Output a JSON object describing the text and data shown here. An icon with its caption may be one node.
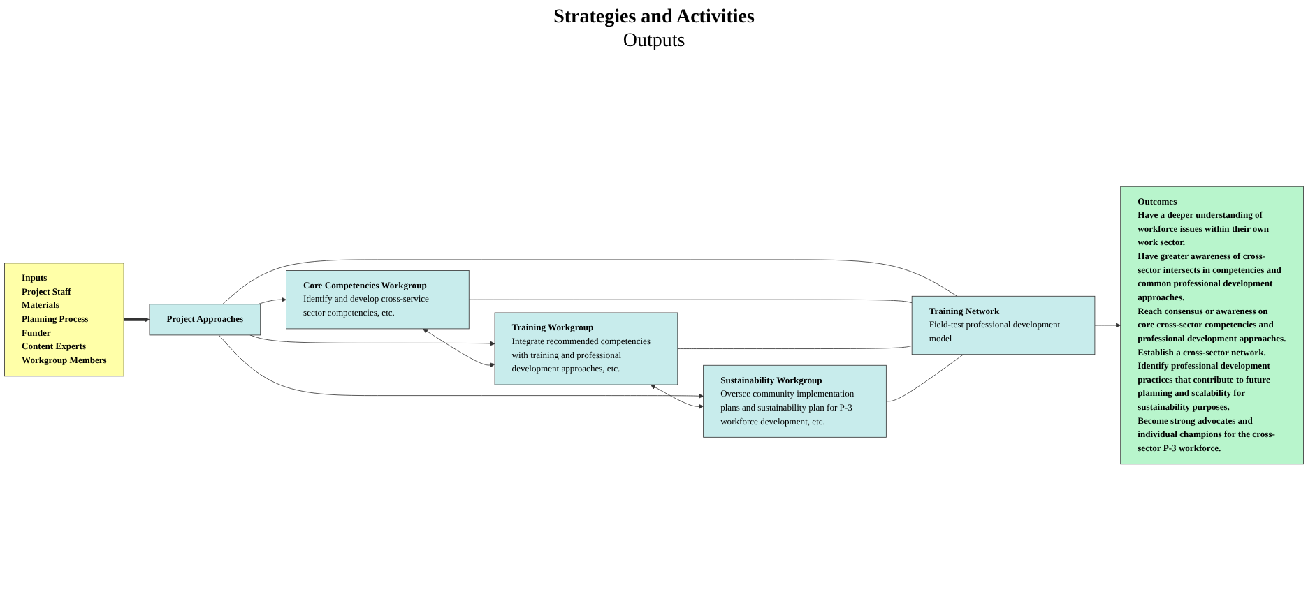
{
  "diagram": {
    "nodes": [
      {
        "text": [
          "Inputs",
          "Project Staff",
          "Materials",
          "Planning Process",
          "Funder",
          "Content Experts",
          "Workgroup Members"
        ]
      },
      {
        "text": [
          "Project Approaches"
        ]
      },
      {
        "text": [
          "Core Competencies Workgroup",
          "Identify and develop cross-service sector competencies, etc."
        ]
      },
      {
        "text": [
          "Training Workgroup",
          "Integrate recommended competencies with training and professional development approaches, etc."
        ]
      },
      {
        "text": [
          "Sustainability Workgroup",
          "Oversee community implementation plans and sustainability plan for P-3 workforce development, etc."
        ]
      },
      {
        "text": [
          "Training Network",
          "Field-test professional development model"
        ]
      },
      {
        "text": [
          "Outcomes",
          "Have a deeper understanding of workforce issues within their own work sector.",
          "Have greater awareness of cross-sector intersects in competencies and common professional development approaches.",
          "Reach consensus or awareness on core cross-sector competencies and professional development approaches.",
          "Establish a cross-sector network.",
          "Identify professional development practices that contribute to future planning and scalability for sustainability purposes.",
          "Become strong advocates and individual champions for the cross-sector P-3 workforce."
        ]
      }
    ],
    "edges": [
      {
        "from": 0,
        "to": 1,
        "arrow": "to",
        "style": "thick"
      },
      {
        "from": 1,
        "to": 2,
        "arrow": "to"
      },
      {
        "from": 1,
        "to": 3,
        "arrow": "to"
      },
      {
        "from": 1,
        "to": 4,
        "arrow": "to"
      },
      {
        "from": 2,
        "to": 3,
        "arrow": "both"
      },
      {
        "from": 3,
        "to": 4,
        "arrow": "both"
      },
      {
        "from": 1,
        "to": 5,
        "arrow": "none"
      },
      {
        "from": 2,
        "to": 5,
        "arrow": "none"
      },
      {
        "from": 3,
        "to": 5,
        "arrow": "none"
      },
      {
        "from": 4,
        "to": 5,
        "arrow": "none"
      },
      {
        "from": 5,
        "to": 6,
        "arrow": "to"
      }
    ],
    "labels": [
      "Strategies and Activities",
      "Outputs"
    ]
  }
}
